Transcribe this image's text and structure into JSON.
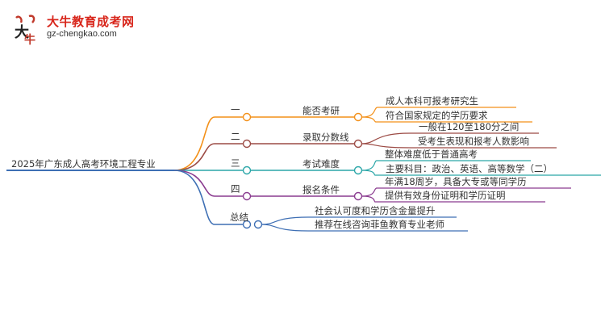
{
  "logo": {
    "title": "大牛教育成考网",
    "url": "gz-chengkao.com"
  },
  "root": {
    "label": "2025年广东成人高考环境工程专业"
  },
  "branches": [
    {
      "num": "一",
      "topic": "能否考研",
      "color": "#f39019",
      "leaves": [
        "成人本科可报考研究生",
        "符合国家规定的学历要求"
      ]
    },
    {
      "num": "二",
      "topic": "录取分数线",
      "color": "#9c4b45",
      "leaves": [
        "一般在120至180分之间",
        "受考生表现和报考人数影响"
      ]
    },
    {
      "num": "三",
      "topic": "考试难度",
      "color": "#2aa6a8",
      "leaves": [
        "整体难度低于普通高考",
        "主要科目：政治、英语、高等数学（二）"
      ]
    },
    {
      "num": "四",
      "topic": "报名条件",
      "color": "#8a3b8f",
      "leaves": [
        "年满18周岁，具备大专或等同学历",
        "提供有效身份证明和学历证明"
      ]
    },
    {
      "num": "总结",
      "topic": "",
      "color": "#3e6fb4",
      "leaves": [
        "社会认可度和学历含金量提升",
        "推荐在线咨询菲鱼教育专业老师"
      ]
    }
  ]
}
